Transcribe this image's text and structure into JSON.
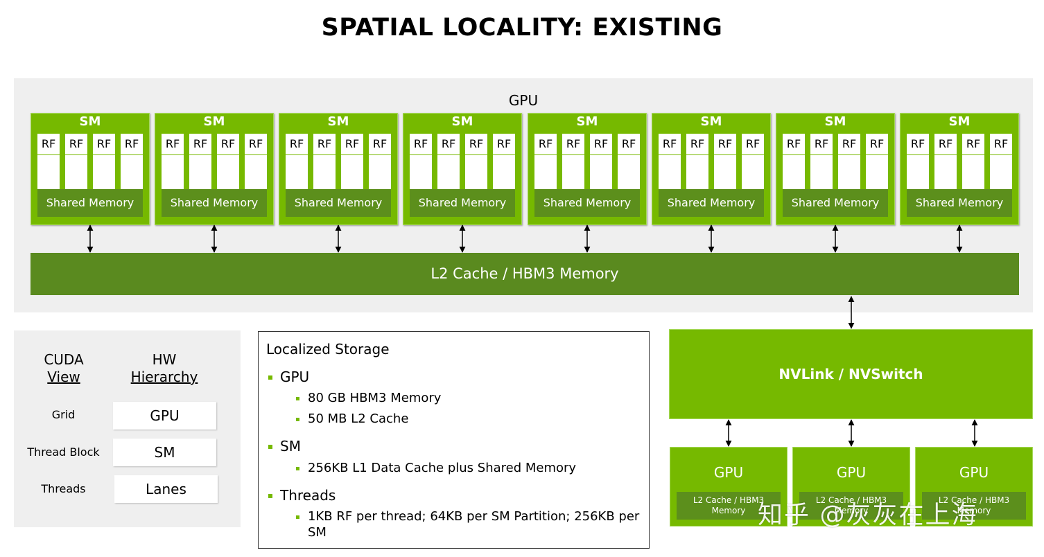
{
  "title": "SPATIAL LOCALITY: EXISTING",
  "gpu_panel": {
    "label": "GPU",
    "sm_blocks": [
      {
        "title": "SM",
        "rf": [
          "RF",
          "RF",
          "RF",
          "RF"
        ],
        "shared": "Shared Memory"
      },
      {
        "title": "SM",
        "rf": [
          "RF",
          "RF",
          "RF",
          "RF"
        ],
        "shared": "Shared Memory"
      },
      {
        "title": "SM",
        "rf": [
          "RF",
          "RF",
          "RF",
          "RF"
        ],
        "shared": "Shared Memory"
      },
      {
        "title": "SM",
        "rf": [
          "RF",
          "RF",
          "RF",
          "RF"
        ],
        "shared": "Shared Memory"
      },
      {
        "title": "SM",
        "rf": [
          "RF",
          "RF",
          "RF",
          "RF"
        ],
        "shared": "Shared Memory"
      },
      {
        "title": "SM",
        "rf": [
          "RF",
          "RF",
          "RF",
          "RF"
        ],
        "shared": "Shared Memory"
      },
      {
        "title": "SM",
        "rf": [
          "RF",
          "RF",
          "RF",
          "RF"
        ],
        "shared": "Shared Memory"
      },
      {
        "title": "SM",
        "rf": [
          "RF",
          "RF",
          "RF",
          "RF"
        ],
        "shared": "Shared Memory"
      }
    ],
    "l2": "L2 Cache / HBM3 Memory"
  },
  "cuda_table": {
    "header_cuda_1": "CUDA",
    "header_cuda_2": "View",
    "header_hw_1": "HW",
    "header_hw_2": "Hierarchy",
    "rows": [
      {
        "cuda": "Grid",
        "hw": "GPU"
      },
      {
        "cuda": "Thread Block",
        "hw": "SM"
      },
      {
        "cuda": "Threads",
        "hw": "Lanes"
      }
    ]
  },
  "storage": {
    "title": "Localized Storage",
    "gpu": "GPU",
    "gpu_items": [
      "80 GB HBM3 Memory",
      "50 MB L2 Cache"
    ],
    "sm": "SM",
    "sm_items": [
      "256KB L1 Data Cache plus Shared Memory"
    ],
    "threads": "Threads",
    "threads_line1": "1KB RF per thread; 64KB per SM Partition; 256KB per",
    "threads_line2": "SM"
  },
  "nvlink": "NVLink / NVSwitch",
  "bottom_gpus": [
    {
      "title": "GPU",
      "l2_line1": "L2 Cache / HBM3",
      "l2_line2": "Memory"
    },
    {
      "title": "GPU",
      "l2_line1": "L2 Cache / HBM3",
      "l2_line2": "Memory"
    },
    {
      "title": "GPU",
      "l2_line1": "L2 Cache / HBM3",
      "l2_line2": "Memory"
    }
  ],
  "watermark": "知乎 @灰灰在上海",
  "colors": {
    "nvidia_green": "#76b900",
    "dark_green": "#5a8a1f",
    "panel_gray": "#efefef"
  }
}
